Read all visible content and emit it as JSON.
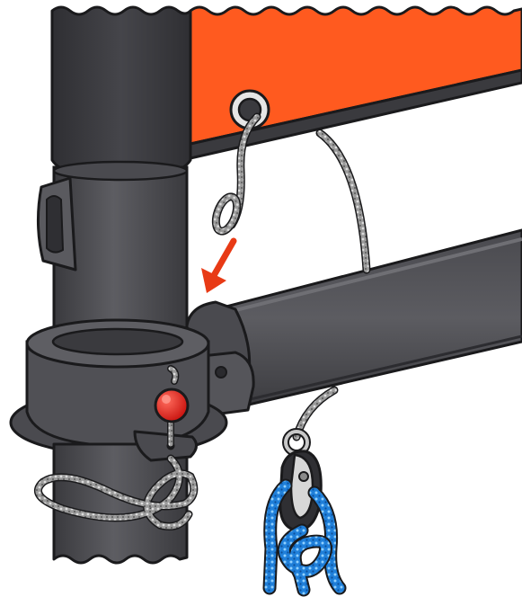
{
  "illustration": {
    "colors": {
      "sail": "#ff5a1f",
      "sail_shadow": "#d94414",
      "mast_dark": "#3c3c40",
      "mast_mid": "#5a5a5f",
      "mast_light": "#6d6d72",
      "fitting": "#48484d",
      "rope_grey": "#8e8e8e",
      "rope_blue": "#1f7fd9",
      "pin_red": "#e0201c",
      "arrow": "#e83a15",
      "metal": "#c8c8c8",
      "outline": "#1a1a1c",
      "background": "#ffffff"
    },
    "icons": [
      "sail-panel",
      "sail-grommet",
      "mast-tube",
      "mast-extension",
      "boom-tube",
      "boom-clamp",
      "uphaul-rope",
      "outhaul-loop",
      "downhaul-line",
      "locking-pin",
      "pulley-block",
      "blue-rope-bundle",
      "direction-arrow"
    ]
  }
}
